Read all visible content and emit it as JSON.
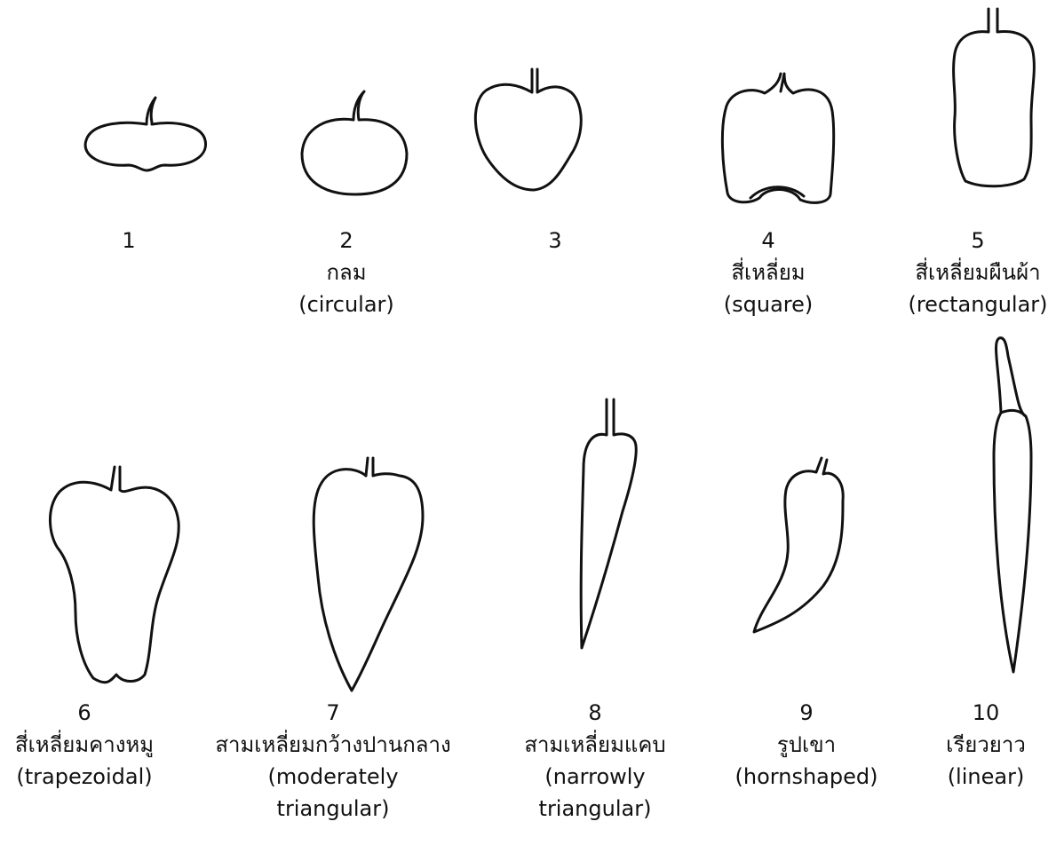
{
  "shapes": [
    {
      "number": "1",
      "thai": "",
      "english": "",
      "english2": ""
    },
    {
      "number": "2",
      "thai": "กลม",
      "english": "(circular)",
      "english2": ""
    },
    {
      "number": "3",
      "thai": "",
      "english": "",
      "english2": ""
    },
    {
      "number": "4",
      "thai": "สี่เหลี่ยม",
      "english": "(square)",
      "english2": ""
    },
    {
      "number": "5",
      "thai": "สี่เหลี่ยมผืนผ้า",
      "english": "(rectangular)",
      "english2": ""
    },
    {
      "number": "6",
      "thai": "สี่เหลี่ยมคางหมู",
      "english": "(trapezoidal)",
      "english2": ""
    },
    {
      "number": "7",
      "thai": "สามเหลี่ยมกว้างปานกลาง",
      "english": "(moderately",
      "english2": "triangular)"
    },
    {
      "number": "8",
      "thai": "สามเหลี่ยมแคบ",
      "english": "(narrowly",
      "english2": "triangular)"
    },
    {
      "number": "9",
      "thai": "รูปเขา",
      "english": "(hornshaped)",
      "english2": ""
    },
    {
      "number": "10",
      "thai": "เรียวยาว",
      "english": "(linear)",
      "english2": ""
    }
  ]
}
